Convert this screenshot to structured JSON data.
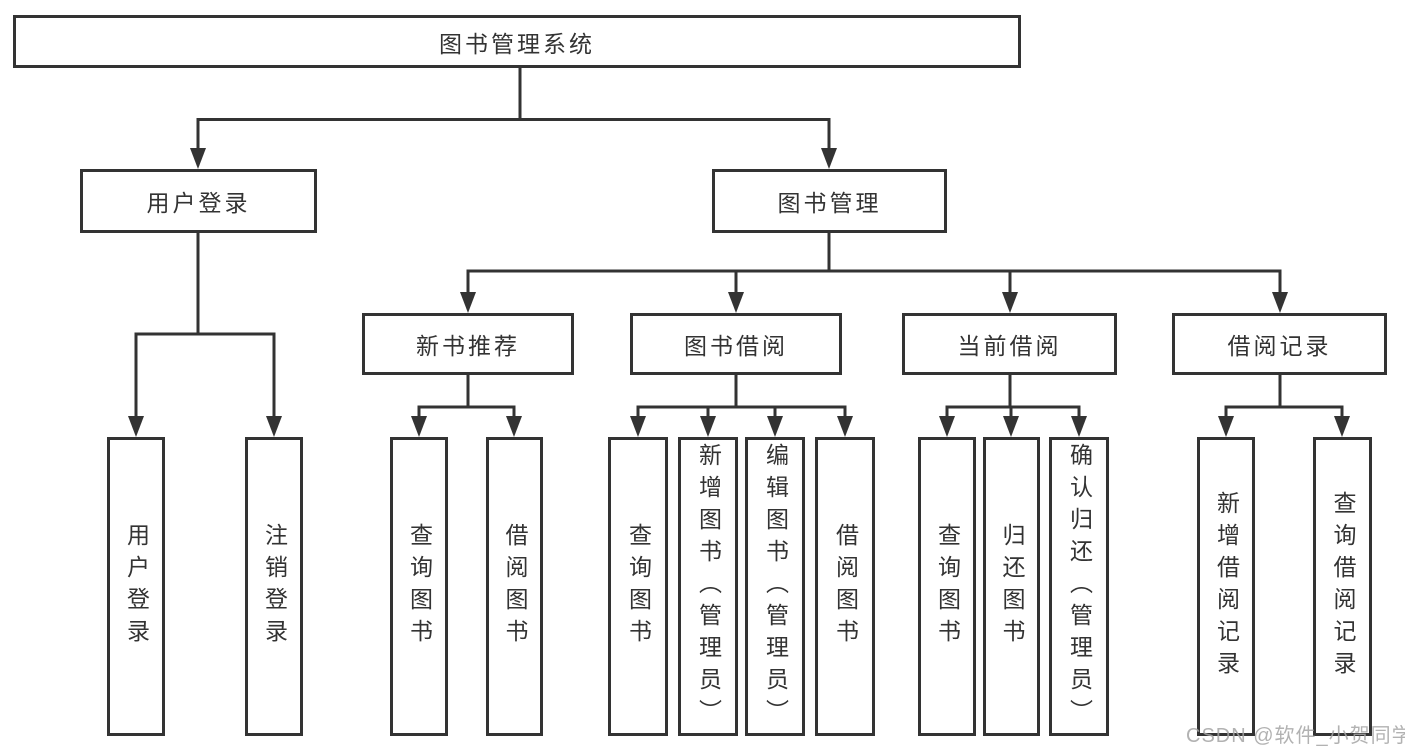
{
  "diagram": {
    "root": {
      "label": "图书管理系统"
    },
    "level2": [
      {
        "label": "用户登录"
      },
      {
        "label": "图书管理"
      }
    ],
    "level3": [
      {
        "label": "新书推荐"
      },
      {
        "label": "图书借阅"
      },
      {
        "label": "当前借阅"
      },
      {
        "label": "借阅记录"
      }
    ],
    "leafGroups": [
      {
        "parent": "用户登录",
        "items": [
          {
            "label": "用户登录"
          },
          {
            "label": "注销登录"
          }
        ]
      },
      {
        "parent": "新书推荐",
        "items": [
          {
            "label": "查询图书"
          },
          {
            "label": "借阅图书"
          }
        ]
      },
      {
        "parent": "图书借阅",
        "items": [
          {
            "label": "查询图书"
          },
          {
            "label": "新增图书（管理员）"
          },
          {
            "label": "编辑图书（管理员）"
          },
          {
            "label": "借阅图书"
          }
        ]
      },
      {
        "parent": "当前借阅",
        "items": [
          {
            "label": "查询图书"
          },
          {
            "label": "归还图书"
          },
          {
            "label": "确认归还（管理员）"
          }
        ]
      },
      {
        "parent": "借阅记录",
        "items": [
          {
            "label": "新增借阅记录"
          },
          {
            "label": "查询借阅记录"
          }
        ]
      }
    ]
  },
  "watermark": {
    "text": "CSDN @软件_小贺同学"
  },
  "colors": {
    "line": "#333333",
    "box_border": "#333333",
    "text": "#333333",
    "background": "#ffffff",
    "watermark": "#a5a5a5"
  }
}
